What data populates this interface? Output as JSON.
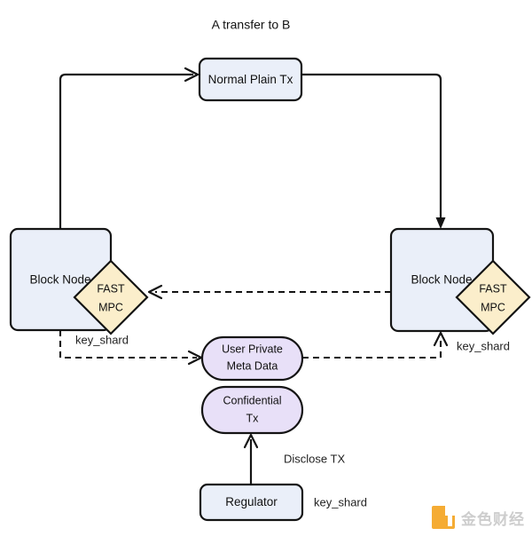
{
  "diagram": {
    "title_label": "A  transfer to B",
    "background": "#ffffff",
    "colors": {
      "box_fill": "#eaeff9",
      "diamond_fill": "#fbeecb",
      "ellipse_fill": "#e8e0f8",
      "stroke": "#141414",
      "text": "#111111",
      "watermark_orange": "#f5a623",
      "watermark_gray": "#c9c9c9"
    },
    "nodes": {
      "normal_plain_tx": {
        "label": "Normal Plain Tx",
        "shape": "rounded-rect"
      },
      "block_node_left": {
        "label": "Block Node",
        "shape": "rounded-rect"
      },
      "block_node_right": {
        "label": "Block Node",
        "shape": "rounded-rect"
      },
      "fast_mpc_left": {
        "line1": "FAST",
        "line2": "MPC",
        "shape": "diamond"
      },
      "fast_mpc_right": {
        "line1": "FAST",
        "line2": "MPC",
        "shape": "diamond"
      },
      "user_private_meta_data": {
        "line1": "User Private",
        "line2": "Meta Data",
        "shape": "stadium"
      },
      "confidential_tx": {
        "line1": "Confidential",
        "line2": "Tx",
        "shape": "stadium"
      },
      "regulator": {
        "label": "Regulator",
        "shape": "rounded-rect"
      }
    },
    "edge_labels": {
      "key_shard_left": "key_shard",
      "key_shard_right": "key_shard",
      "key_shard_regulator": "key_shard",
      "disclose_tx": "Disclose TX"
    }
  },
  "watermark": {
    "text": "金色财经"
  }
}
